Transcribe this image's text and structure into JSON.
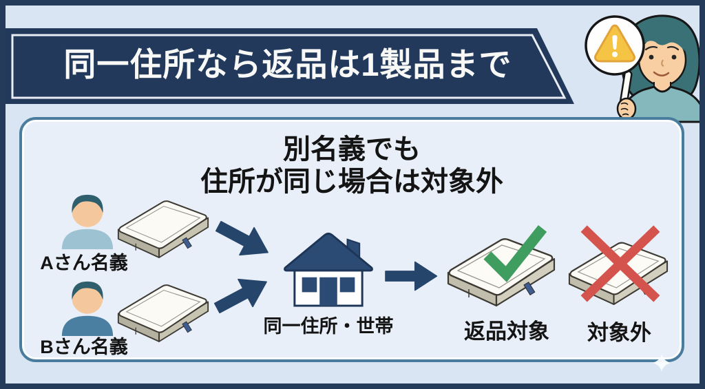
{
  "colors": {
    "frame_navy": "#243b5a",
    "background_blue": "#d9e5f2",
    "banner_navy": "#22395b",
    "panel_background": "#e9eff8",
    "panel_border_blue": "#4a7c9d",
    "arrow_navy": "#26456b",
    "house_navy": "#2b4a74",
    "check_green": "#3f9e5f",
    "cross_red": "#d4544d",
    "warning_yellow": "#f6c445",
    "title_white": "#f8f9f7",
    "text_black": "#141414"
  },
  "icons": {
    "mascot": "woman-holding-warning-sign",
    "warning": "warning-triangle-paddle",
    "owner": "person-bust",
    "product": "mattress",
    "destination": "house",
    "flow": "block-arrow",
    "allowed": "green-checkmark",
    "excluded": "red-cross",
    "decor": "sparkle"
  },
  "header": {
    "title": "同一住所なら返品は1製品まで"
  },
  "diagram": {
    "heading_line1": "別名義でも",
    "heading_line2": "住所が同じ場合は対象外",
    "owners": [
      {
        "label": "Aさん名義"
      },
      {
        "label": "Bさん名義"
      }
    ],
    "house_label": "同一住所・世帯",
    "outcomes": [
      {
        "label": "返品対象"
      },
      {
        "label": "対象外"
      }
    ]
  }
}
